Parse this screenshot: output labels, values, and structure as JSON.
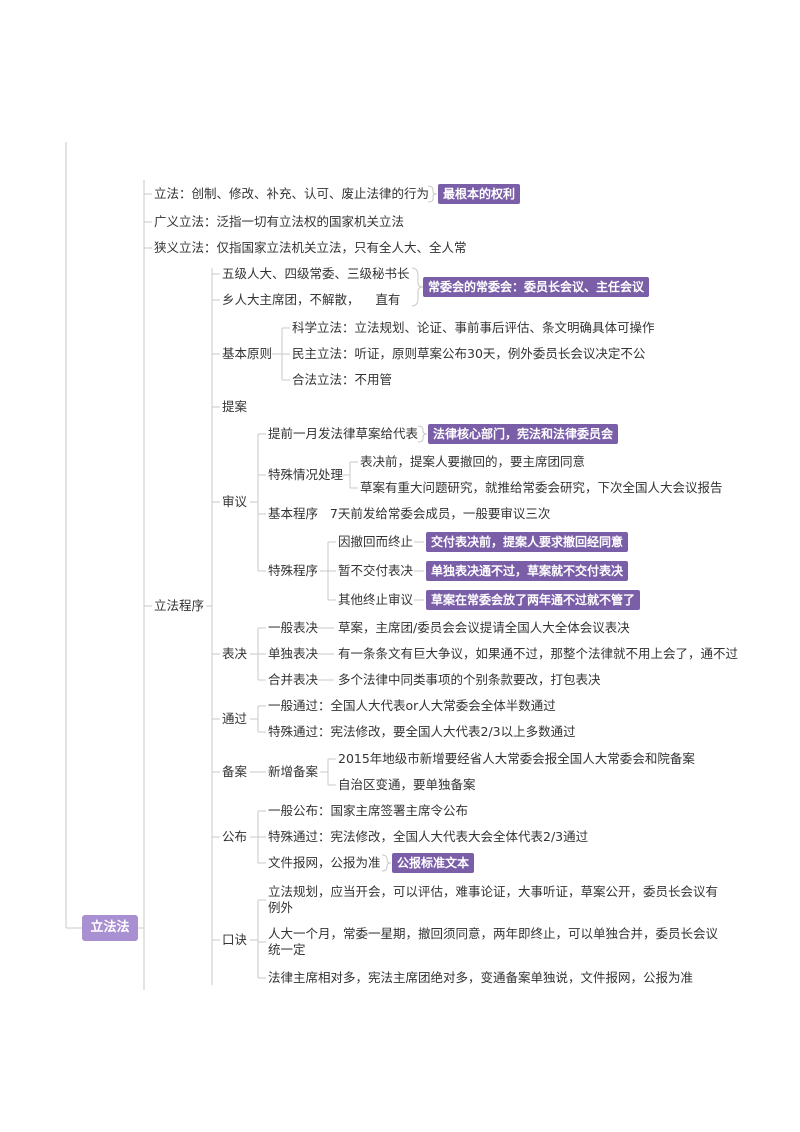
{
  "root": "立法法",
  "top": {
    "n1": "立法：创制、修改、补充、认可、废止法律的行为",
    "n1_hl": "最根本的权利",
    "n2": "广义立法：泛指一切有立法权的国家机关立法",
    "n3": "狭义立法：仅指国家立法机关立法，只有全人大、全人常"
  },
  "procedure": {
    "label": "立法程序",
    "g1": "五级人大、四级常委、三级秘书长",
    "g2": "乡人大主席团，不解散，    直有",
    "g_hl": "常委会的常委会：委员长会议、主任会议",
    "principles": {
      "label": "基本原则",
      "p1": "科学立法：立法规划、论证、事前事后评估、条文明确具体可操作",
      "p2": "民主立法：听证，原则草案公布30天，例外委员长会议决定不公",
      "p3": "合法立法：不用管"
    },
    "proposal": "提案",
    "review": {
      "label": "审议",
      "r1": "提前一月发法律草案给代表",
      "r1_hl": "法律核心部门，宪法和法律委员会",
      "special": {
        "label": "特殊情况处理",
        "s1": "表决前，提案人要撤回的，要主席团同意",
        "s2": "草案有重大问题研究，就推给常委会研究，下次全国人大会议报告"
      },
      "basic": "基本程序   7天前发给常委会成员，一般要审议三次",
      "sp": {
        "label": "特殊程序",
        "a1": "因撤回而终止",
        "a1_hl": "交付表决前，提案人要求撤回经同意",
        "a2": "暂不交付表决",
        "a2_hl": "单独表决通不过，草案就不交付表决",
        "a3": "其他终止审议",
        "a3_hl": "草案在常委会放了两年通不过就不管了"
      }
    },
    "vote": {
      "label": "表决",
      "v1": "一般表决",
      "v1_desc": "草案，主席团/委员会会议提请全国人大全体会议表决",
      "v2": "单独表决",
      "v2_desc": "有一条条文有巨大争议，如果通不过，那整个法律就不用上会了，通不过",
      "v3": "合并表决",
      "v3_desc": "多个法律中同类事项的个别条款要改，打包表决"
    },
    "pass": {
      "label": "通过",
      "p1": "一般通过：全国人大代表or人大常委会全体半数通过",
      "p2": "特殊通过：宪法修改，要全国人大代表2/3以上多数通过"
    },
    "filing": {
      "label": "备案",
      "f": "新增备案",
      "f1": "2015年地级市新增要经省人大常委会报全国人大常委会和院备案",
      "f2": "自治区变通，要单独备案"
    },
    "publish": {
      "label": "公布",
      "b1": "一般公布：国家主席签署主席令公布",
      "b2": "特殊通过：宪法修改，全国人大代表大会全体代表2/3通过",
      "b3": "文件报网，公报为准",
      "b3_hl": "公报标准文本"
    },
    "mnemonic": {
      "label": "口诀",
      "k1": "立法规划，应当开会，可以评估，难事论证，大事听证，草案公开，委员长会议有例外",
      "k2": "人大一个月，常委一星期，撤回须同意，两年即终止，可以单独合并，委员长会议统一定",
      "k3": "法律主席相对多，宪法主席团绝对多，变通备案单独说，文件报网，公报为准"
    }
  },
  "colors": {
    "highlight": "#7a5ea8",
    "root": "#a990d2",
    "line": "#c8c8c8"
  }
}
